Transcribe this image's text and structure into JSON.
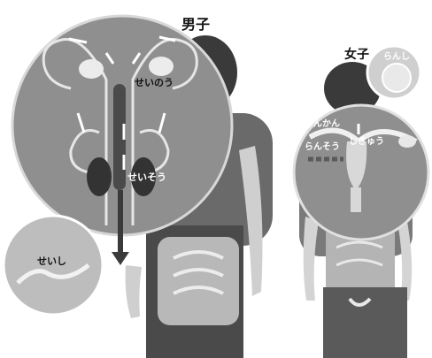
{
  "male": {
    "title": "男子",
    "labels": {
      "testis": "せいそう",
      "seminal_vesicle": "せいのう",
      "sperm": "せいし"
    }
  },
  "female": {
    "title": "女子",
    "labels": {
      "ovum": "らんし",
      "ovary": "らんそう",
      "oviduct": "らんかん",
      "uterus": "しきゅう"
    }
  },
  "colors": {
    "background": "#ffffff",
    "circle_fill": "#8f8f8f",
    "body_skin": "#cfcfcf",
    "shirt": "#6a6a6a",
    "hair": "#3a3a3a",
    "organ_dark": "#3a3a3a",
    "duct_light": "#e6e6e6"
  }
}
